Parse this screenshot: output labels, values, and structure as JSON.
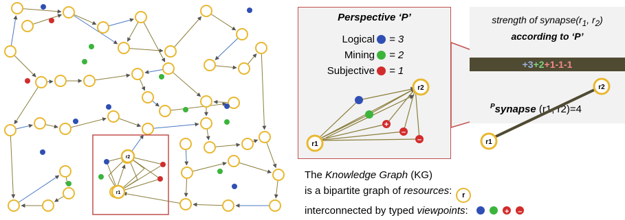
{
  "colors": {
    "logical": "#2f4fb5",
    "mining": "#3cb43c",
    "subjective": "#d22c2c",
    "resource_border": "#e8b830",
    "edge_brown": "#8b7d3a",
    "edge_blue": "#4a78c0",
    "frame_red": "#c0504d",
    "bar_bg": "#4f4a32"
  },
  "perspective_panel": {
    "title": "Perspective ‘P’",
    "legend": [
      {
        "label": "Logical",
        "color": "#2f4fb5",
        "value": "= 3"
      },
      {
        "label": "Mining",
        "color": "#3cb43c",
        "value": "= 2"
      },
      {
        "label": "Subjective",
        "color": "#d22c2c",
        "value": "= 1"
      }
    ],
    "node_r1": "r1",
    "node_r2": "r2"
  },
  "strength_panel": {
    "line1_prefix": "strength of synapse(r",
    "line1_sub1": "1",
    "line1_mid": ", r",
    "line1_sub2": "2",
    "line1_suffix": ")",
    "line2": "according to ‘P’",
    "score_parts": [
      {
        "text": "+3",
        "color": "#9db3e0"
      },
      {
        "text": "+2",
        "color": "#7fd37f"
      },
      {
        "text": "+1-1-1",
        "color": "#f08a8a"
      }
    ],
    "synapse_super": "P",
    "synapse_word": "synapse",
    "synapse_args": "(r1, r2)=4",
    "node_r1": "r1",
    "node_r2": "r2"
  },
  "caption": {
    "line1_a": "The ",
    "line1_b": "Knowledge Graph",
    "line1_c": " (KG)",
    "line2_a": "is a bipartite graph of ",
    "line2_b": "resources",
    "line2_c": ":",
    "resource_icon_label": "r",
    "line3_a": "interconnected by typed ",
    "line3_b": "viewpoints",
    "line3_c": ":"
  },
  "graph": {
    "node_r1": "r1",
    "node_r2": "r2"
  }
}
